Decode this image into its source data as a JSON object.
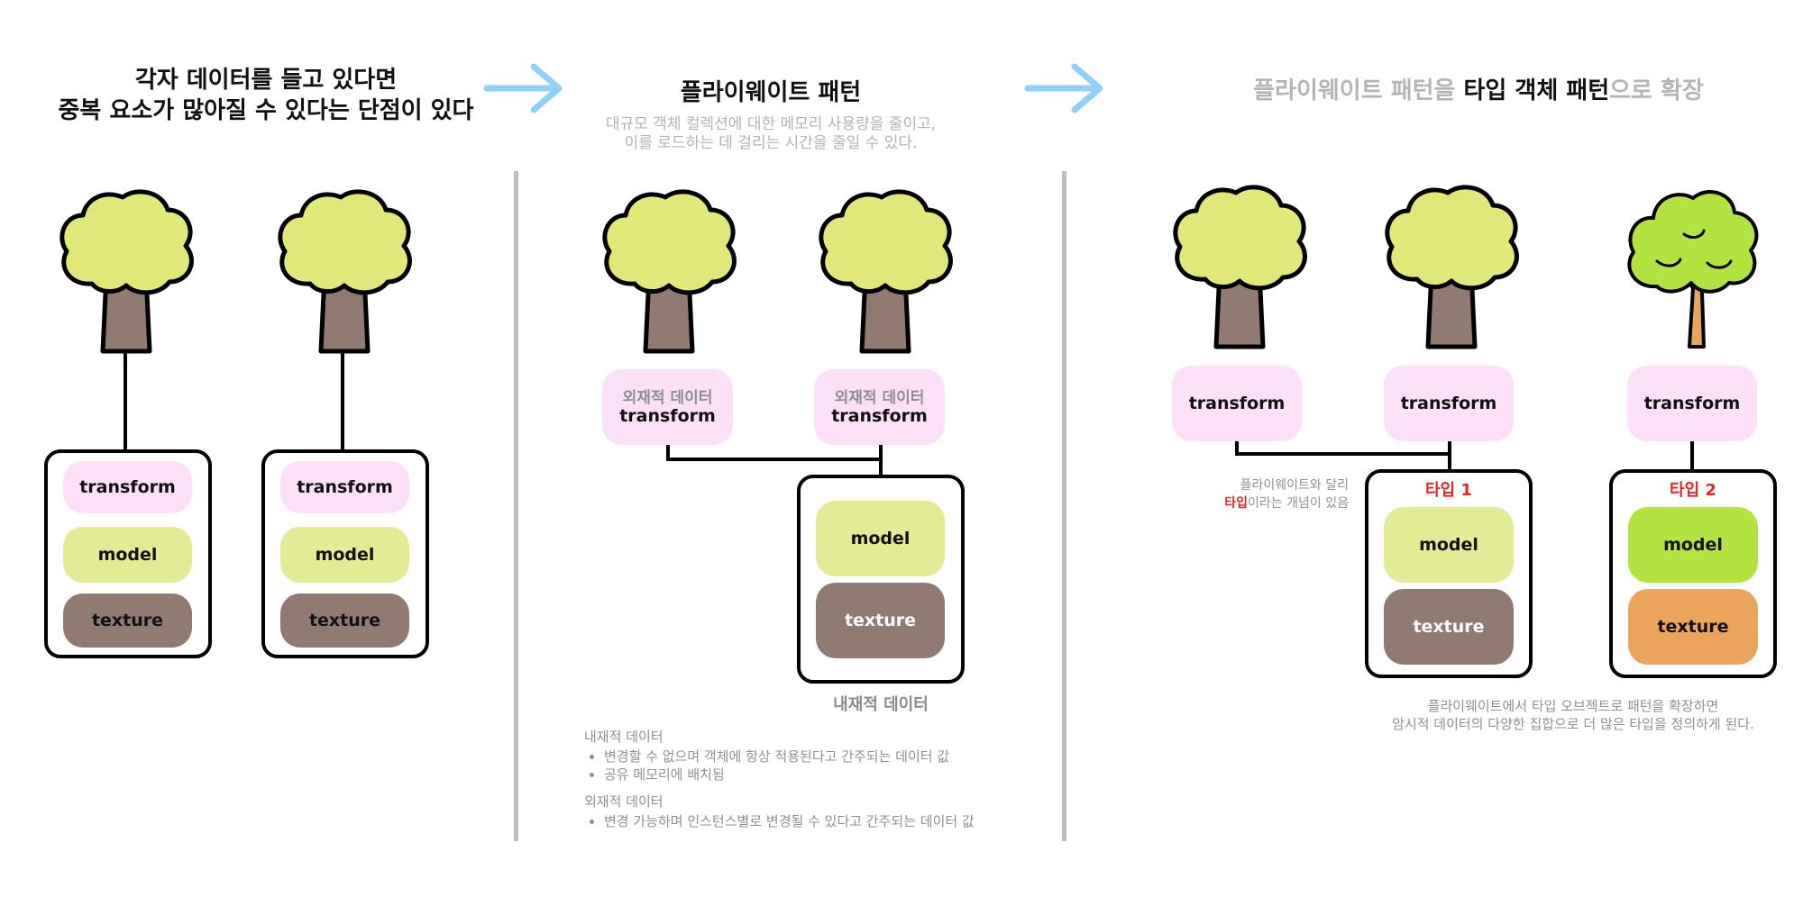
{
  "panel1": {
    "title_line1": "각자 데이터를 들고 있다면",
    "title_line2": "중복 요소가 많아질 수 있다는 단점이 있다",
    "items": [
      "transform",
      "model",
      "texture"
    ]
  },
  "panel2": {
    "title": "플라이웨이트 패턴",
    "subtitle_line1": "대규모 객체 컬렉션에 대한 메모리 사용량을 줄이고,",
    "subtitle_line2": "이를 로드하는 데 걸리는 시간을 줄일 수 있다.",
    "extrinsic_label": "외재적 데이터",
    "transform_label": "transform",
    "intrinsic_model": "model",
    "intrinsic_texture": "texture",
    "intrinsic_caption": "내재적 데이터",
    "notes": {
      "intrinsic_heading": "내재적 데이터",
      "intrinsic_bullet1": "변경할 수 없으며 객체에 항상 적용된다고 간주되는 데이터 값",
      "intrinsic_bullet2": "공유 메모리에 배치됨",
      "extrinsic_heading": "외재적 데이터",
      "extrinsic_bullet1": "변경 가능하며 인스턴스별로 변경될 수 있다고 간주되는 데이터 값"
    }
  },
  "panel3": {
    "title_part1": "플라이웨이트 패턴을 ",
    "title_part2": "타입 객체 패턴",
    "title_part3": "으로 확장",
    "transform_label": "transform",
    "type1_label": "타입 1",
    "type2_label": "타입 2",
    "model_label": "model",
    "texture_label": "texture",
    "side_note_line1": "플라이웨이트와 달리",
    "side_note_red": "타입",
    "side_note_rest": "이라는 개념이 있음",
    "bottom_note_line1": "플라이웨이트에서 타입 오브젝트로 패턴을 확장하면",
    "bottom_note_line2": "암시적 데이터의 다양한 집합으로 더 많은 타입을 정의하게 된다."
  },
  "colors": {
    "arrow": "#8fd0f9",
    "pink": "#fce0f7",
    "olive": "#e3ec94",
    "brown": "#917a72",
    "lime": "#b2e340",
    "orange": "#e9a55c",
    "red": "#e0282a",
    "divider": "#bdbdbd"
  },
  "icons": [
    "tree-icon",
    "tree-variant-icon",
    "arrow-right-icon"
  ]
}
